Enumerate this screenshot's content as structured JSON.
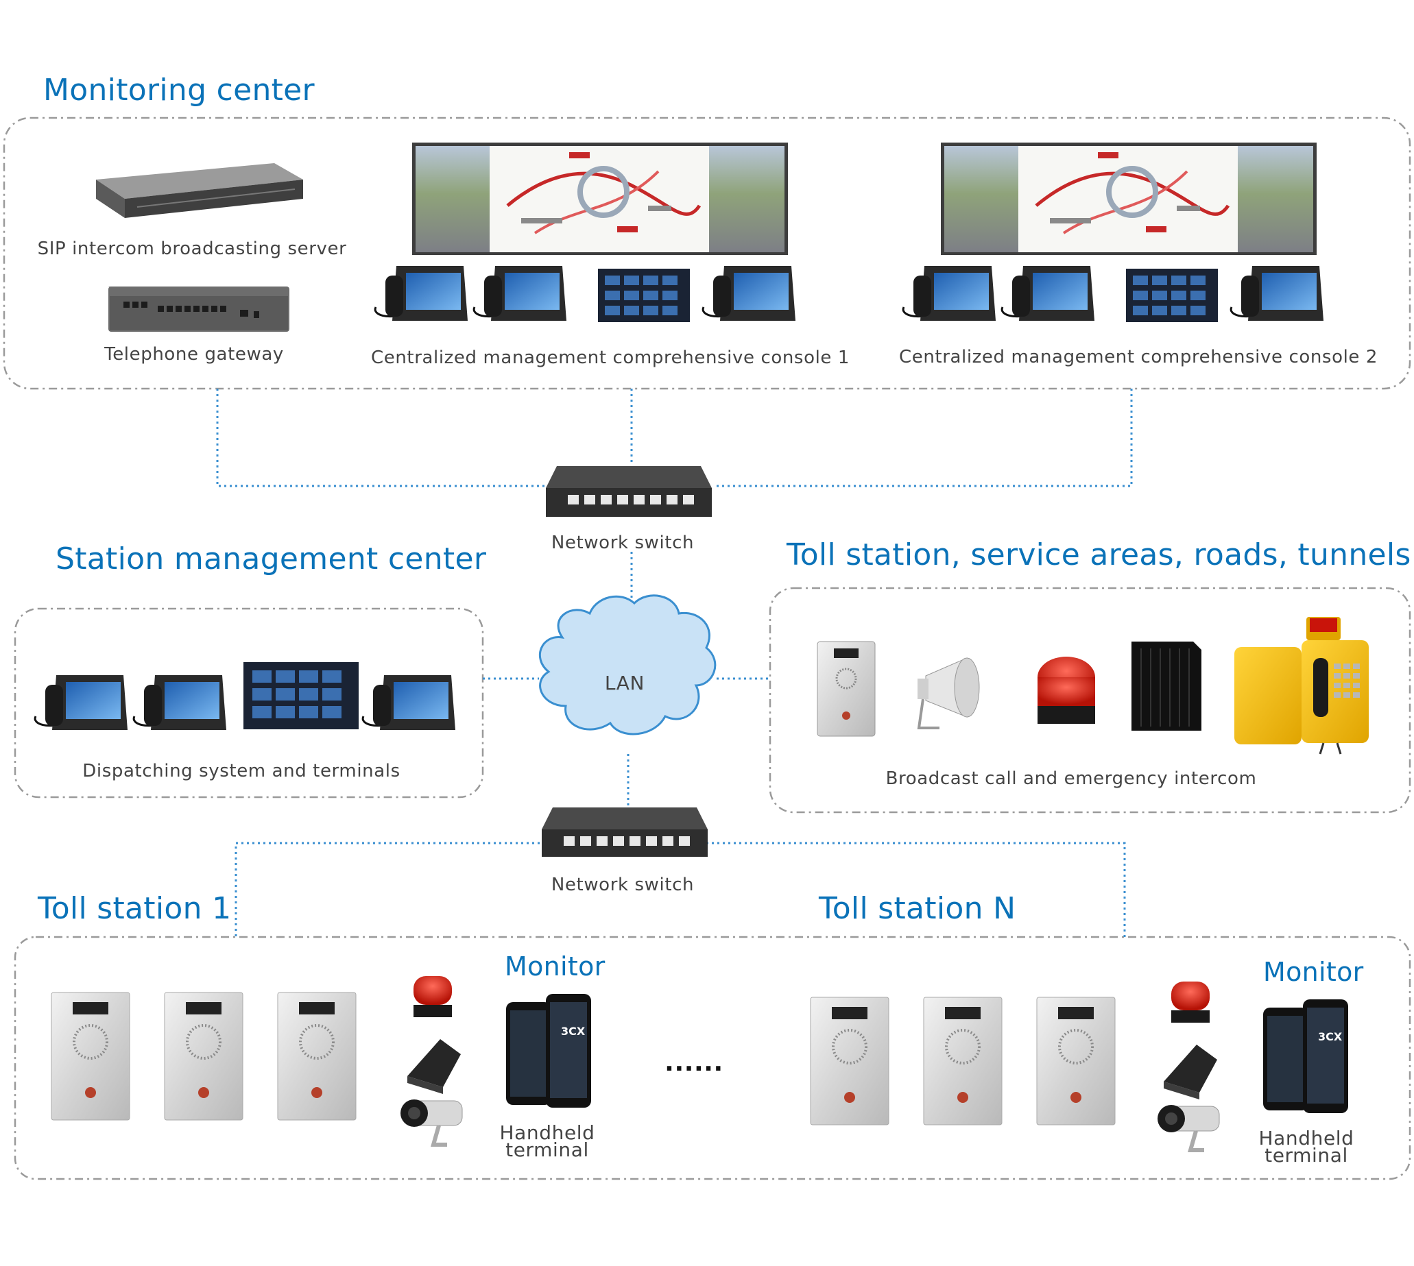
{
  "sections": {
    "monitoring_center": "Monitoring center",
    "station_management_center": "Station management center",
    "field_zone": "Toll station, service areas, roads, tunnels",
    "toll_station_1": "Toll station 1",
    "toll_station_n": "Toll station N"
  },
  "labels": {
    "sip_server": "SIP intercom broadcasting server",
    "telephone_gateway": "Telephone gateway",
    "console_1": "Centralized management comprehensive console 1",
    "console_2": "Centralized management comprehensive console 2",
    "network_switch_top": "Network switch",
    "network_switch_bottom": "Network switch",
    "lan": "LAN",
    "dispatching": "Dispatching system and terminals",
    "broadcast": "Broadcast call and emergency intercom",
    "monitor_1": "Monitor",
    "monitor_n": "Monitor",
    "handheld_1_line1": "Handheld",
    "handheld_1_line2": "terminal",
    "handheld_n_line1": "Handheld",
    "handheld_n_line2": "terminal",
    "ellipsis": "......",
    "phone_app_logo": "3CX"
  },
  "colors": {
    "heading": "#0a72b8",
    "connector": "#3a8fd0",
    "dashed_border": "#9a9a9a",
    "cloud_fill": "#c9e2f6",
    "cloud_stroke": "#3a8fd0"
  }
}
